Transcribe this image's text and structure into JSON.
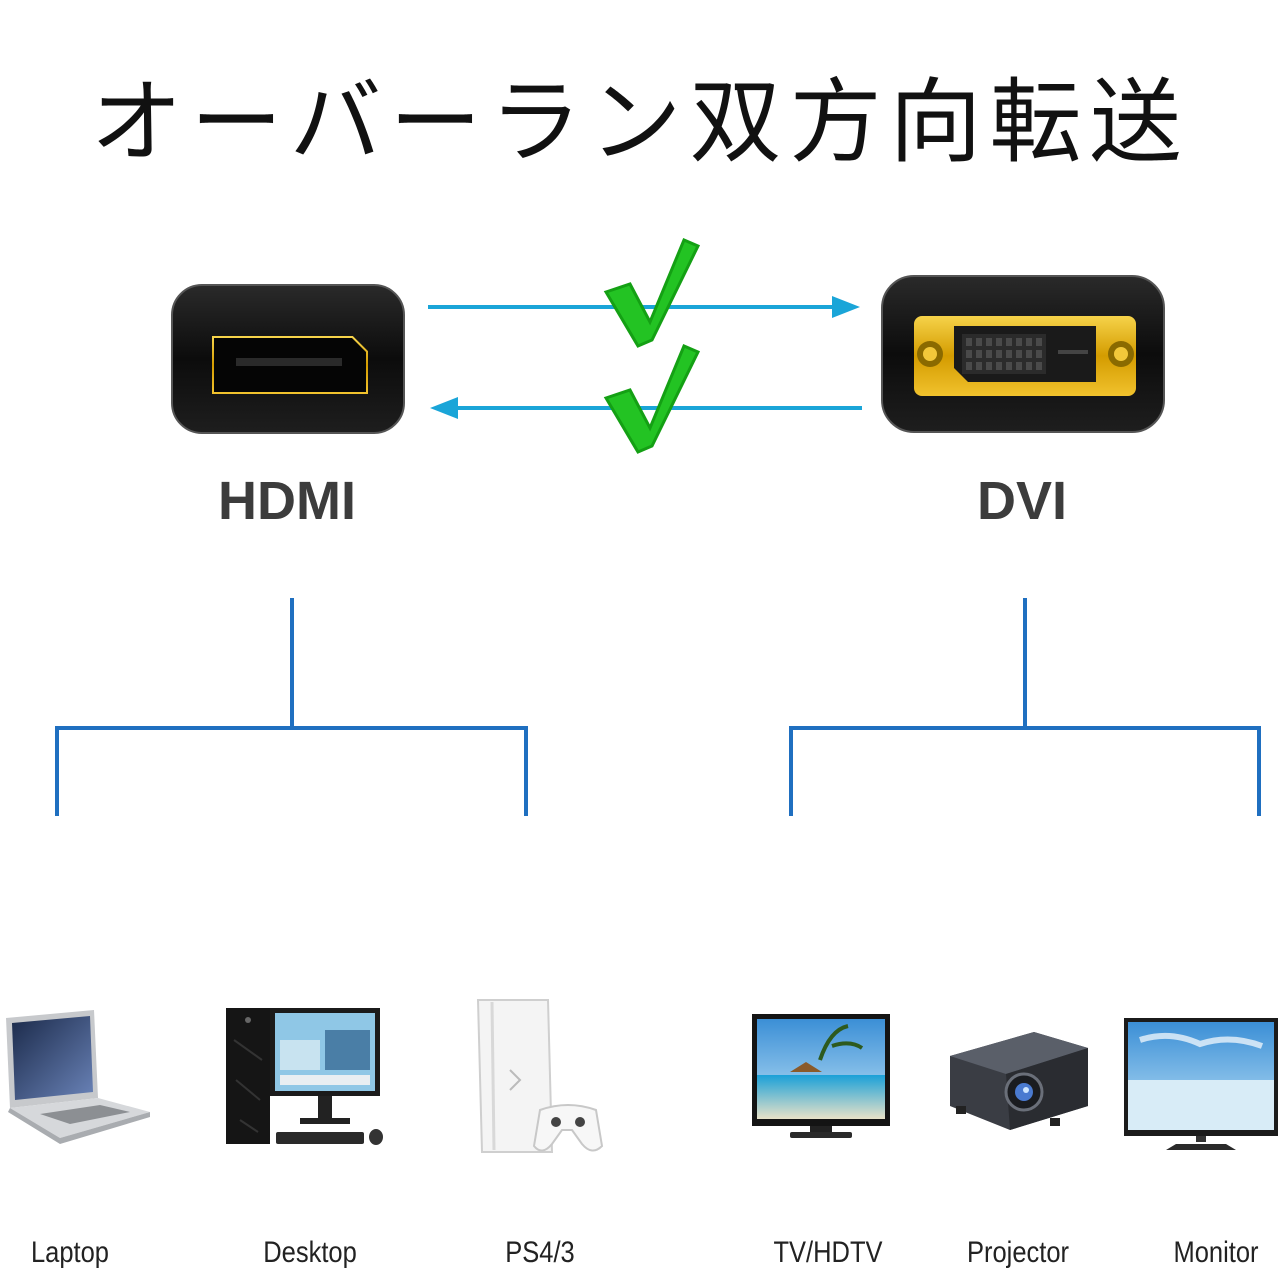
{
  "title": "オーバーラン双方向転送",
  "ports": {
    "left": {
      "label": "HDMI"
    },
    "right": {
      "label": "DVI"
    }
  },
  "colors": {
    "arrow": "#1aa5d8",
    "tree": "#1f6fc0",
    "check": "#20c020",
    "gold": "#d9a400",
    "connector_body": "#141414"
  },
  "icons": [
    "checkmark-icon",
    "arrow-right-icon",
    "arrow-left-icon",
    "laptop-icon",
    "desktop-icon",
    "console-icon",
    "tv-icon",
    "projector-icon",
    "monitor-icon"
  ],
  "devices": {
    "hdmi_side": [
      {
        "label": "Laptop"
      },
      {
        "label": "Desktop"
      },
      {
        "label": "PS4/3"
      }
    ],
    "dvi_side": [
      {
        "label": "TV/HDTV"
      },
      {
        "label": "Projector"
      },
      {
        "label": "Monitor"
      }
    ]
  }
}
